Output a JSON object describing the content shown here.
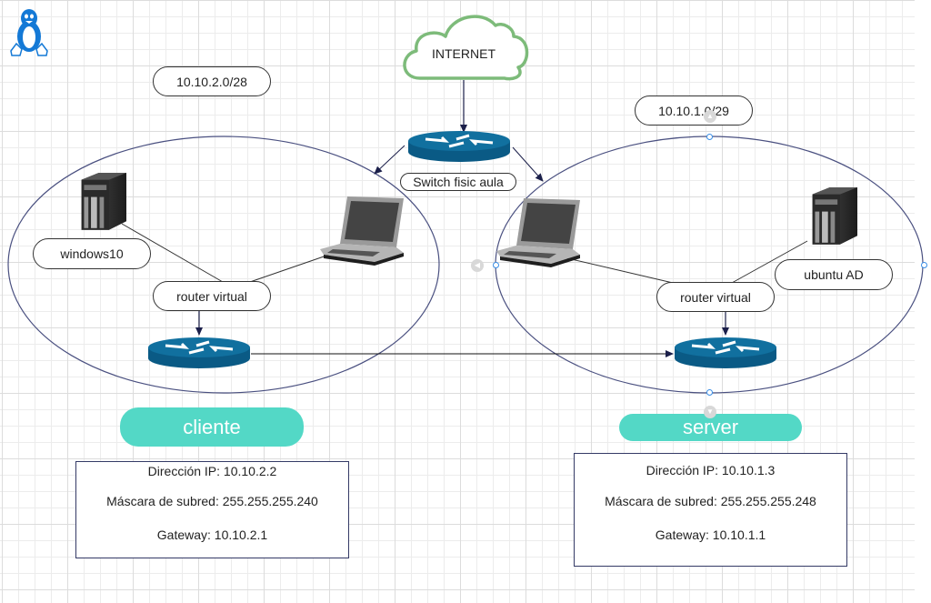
{
  "diagram": {
    "logo": "linux-tux-icon",
    "cloud": {
      "label": "INTERNET",
      "icon": "cloud-icon",
      "stroke_color": "#7dbb7a"
    },
    "switch": {
      "label": "Switch fisic aula",
      "icon": "switch-icon",
      "color": "#0d6c9c"
    },
    "networks": [
      {
        "subnet": "10.10.2.0/28",
        "tag": "cliente",
        "pc_label": "windows10",
        "router_label": "router virtual",
        "info": {
          "ip": "Dirección IP: 10.10.2.2",
          "mask": "Máscara de subred: 255.255.255.240",
          "gateway": "Gateway: 10.10.2.1"
        }
      },
      {
        "subnet": "10.10.1.0/29",
        "tag": "server",
        "pc_label": "ubuntu AD",
        "router_label": "router virtual",
        "info": {
          "ip": "Dirección IP: 10.10.1.3",
          "mask": "Máscara de subred: 255.255.255.248",
          "gateway": "Gateway: 10.10.1.1"
        }
      }
    ],
    "colors": {
      "tag": "#53d8c6",
      "router": "#0d6c9c",
      "ellipse": "#4a5080",
      "selection": "#3a8ee6"
    }
  }
}
